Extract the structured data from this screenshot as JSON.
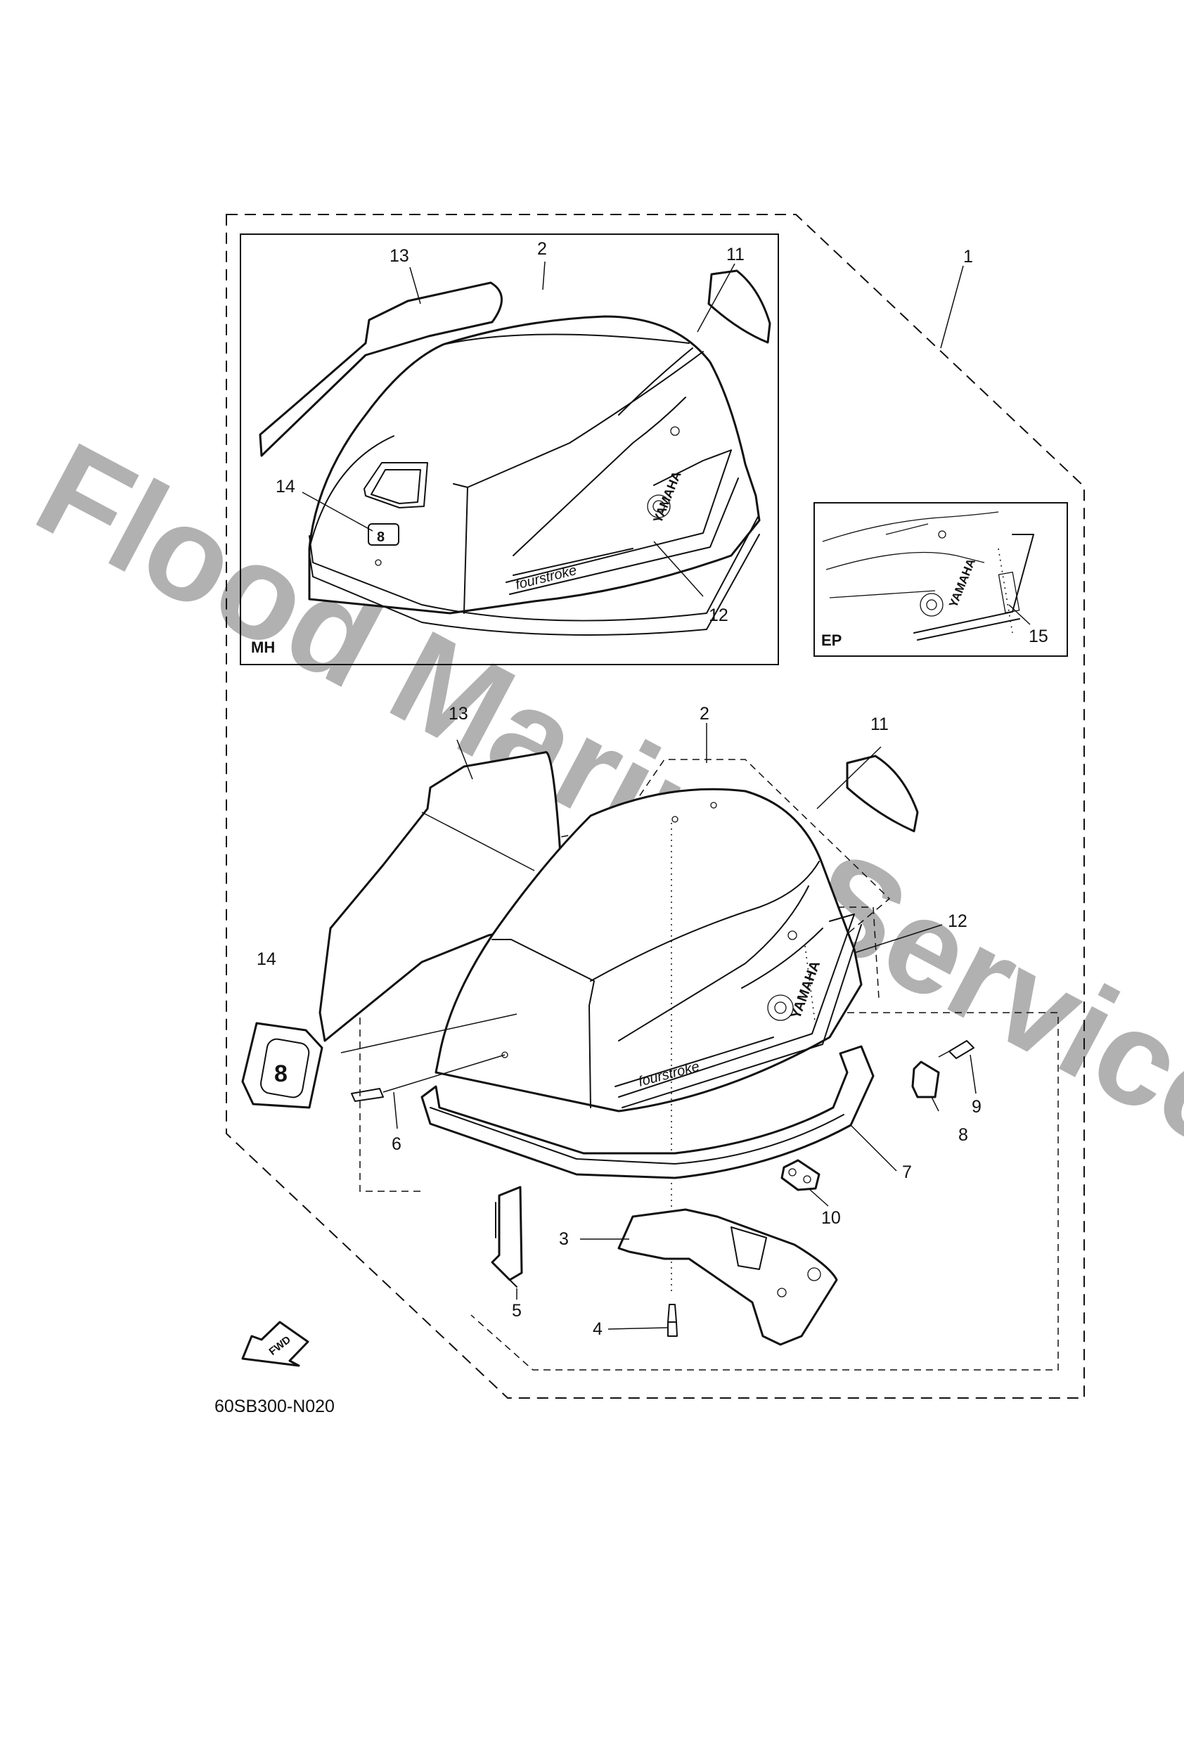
{
  "diagram": {
    "watermark": "Flood Marine Services",
    "drawing_code": "60SB300-N020",
    "fwd_label": "FWD",
    "variants": {
      "mh": "MH",
      "ep": "EP"
    },
    "decals": {
      "brand": "YAMAHA",
      "fourstroke": "fourstroke",
      "number": "8"
    },
    "callouts": {
      "n1": "1",
      "n2": "2",
      "n3": "3",
      "n4": "4",
      "n5": "5",
      "n6": "6",
      "n7": "7",
      "n8": "8",
      "n9": "9",
      "n10": "10",
      "n11": "11",
      "n12": "12",
      "n13": "13",
      "n14": "14",
      "n15": "15"
    }
  }
}
